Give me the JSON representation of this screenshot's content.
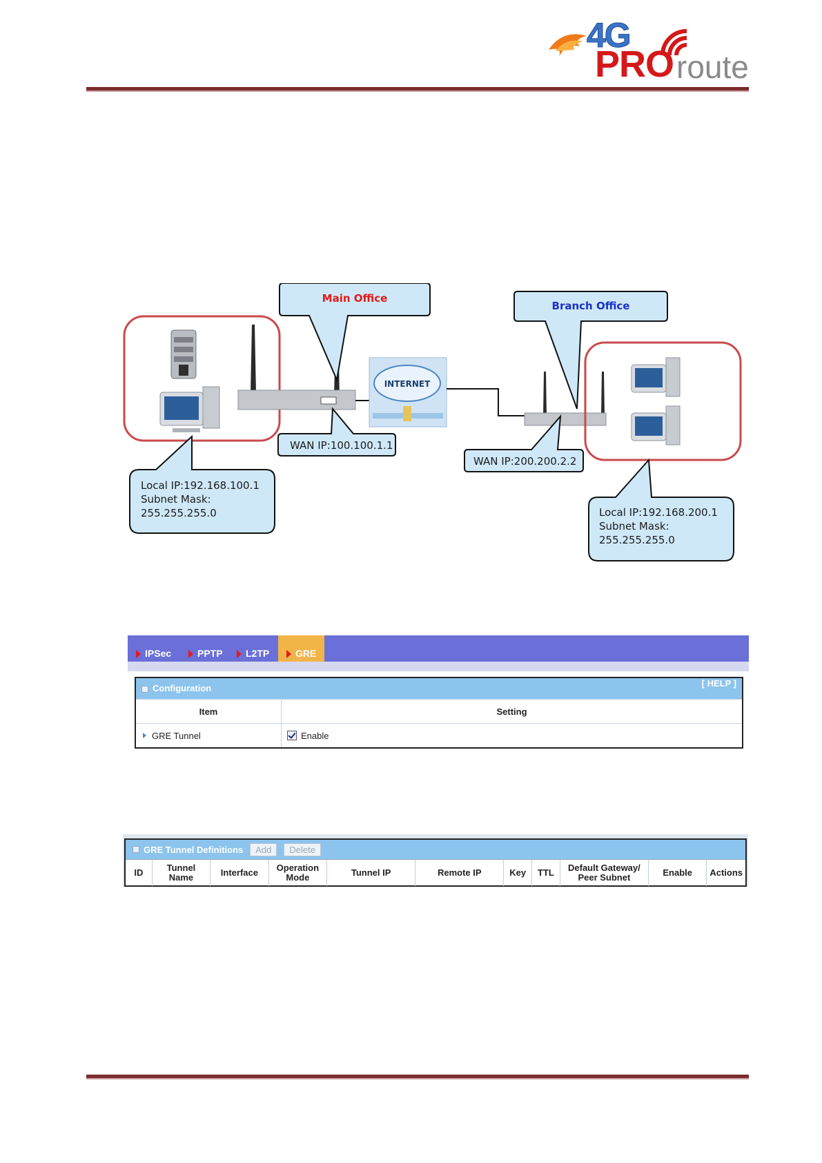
{
  "logo": {
    "brand_4g": "4G",
    "brand_pro": "PRO",
    "brand_route": "route"
  },
  "diagram": {
    "main_office": "Main Office",
    "branch_office": "Branch Office",
    "internet": "INTERNET",
    "main_wan": "WAN IP:100.100.1.1",
    "branch_wan": "WAN IP:200.200.2.2",
    "main_lan": [
      "Local IP:192.168.100.1",
      "Subnet Mask:",
      "255.255.255.0"
    ],
    "branch_lan": [
      "Local IP:192.168.200.1",
      "Subnet Mask:",
      "255.255.255.0"
    ]
  },
  "tabs": [
    {
      "label": "IPSec"
    },
    {
      "label": "PPTP"
    },
    {
      "label": "L2TP"
    },
    {
      "label": "GRE"
    }
  ],
  "configuration": {
    "title": "Configuration",
    "help": "[ HELP ]",
    "col_item": "Item",
    "col_setting": "Setting",
    "row_label": "GRE Tunnel",
    "row_value": "Enable"
  },
  "gre_defs": {
    "title": "GRE Tunnel Definitions",
    "add": "Add",
    "delete": "Delete",
    "columns": [
      {
        "line1": "ID",
        "line2": ""
      },
      {
        "line1": "Tunnel",
        "line2": "Name"
      },
      {
        "line1": "Interface",
        "line2": ""
      },
      {
        "line1": "Operation",
        "line2": "Mode"
      },
      {
        "line1": "Tunnel IP",
        "line2": ""
      },
      {
        "line1": "Remote IP",
        "line2": ""
      },
      {
        "line1": "Key",
        "line2": ""
      },
      {
        "line1": "TTL",
        "line2": ""
      },
      {
        "line1": "Default Gateway/",
        "line2": "Peer Subnet"
      },
      {
        "line1": "Enable",
        "line2": ""
      },
      {
        "line1": "Actions",
        "line2": ""
      }
    ]
  },
  "colors": {
    "accent_bar": "#7b2b2b",
    "tab_bar": "#6b6fd8",
    "tab_active": "#f1b449",
    "header_blue": "#8cc4ee"
  }
}
